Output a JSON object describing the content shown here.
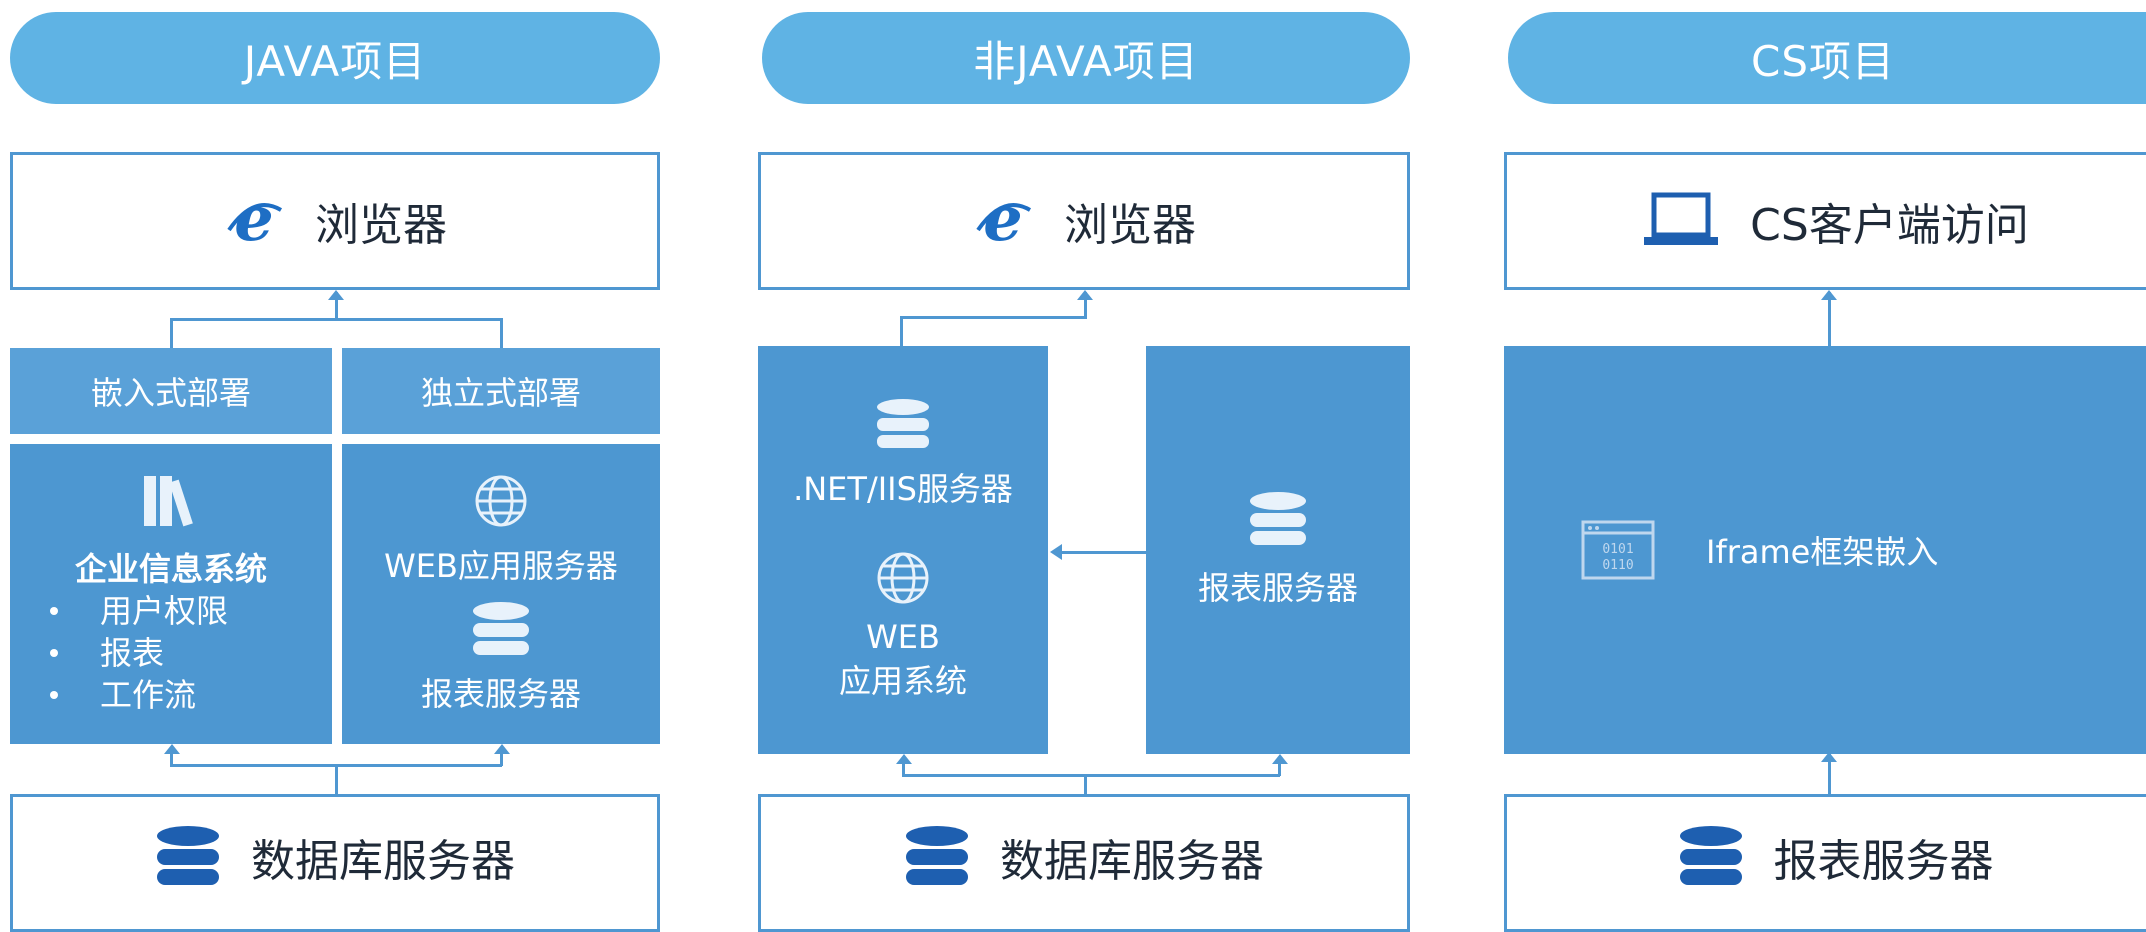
{
  "columns": {
    "java": {
      "title": "JAVA项目",
      "top": "浏览器",
      "embedded": {
        "header": "嵌入式部署",
        "title": "企业信息系统",
        "items": [
          "用户权限",
          "报表",
          "工作流"
        ]
      },
      "standalone": {
        "header": "独立式部署",
        "web": "WEB应用服务器",
        "report": "报表服务器"
      },
      "bottom": "数据库服务器"
    },
    "nonjava": {
      "title": "非JAVA项目",
      "top": "浏览器",
      "net": ".NET/IIS服务器",
      "web1": "WEB",
      "web2": "应用系统",
      "report": "报表服务器",
      "bottom": "数据库服务器"
    },
    "cs": {
      "title": "CS项目",
      "top": "CS客户端访问",
      "iframe": "Iframe框架嵌入",
      "bottom": "报表服务器"
    }
  },
  "colors": {
    "pill": "#5fb3e4",
    "block": "#4d97d1",
    "border": "#4f97d1"
  }
}
